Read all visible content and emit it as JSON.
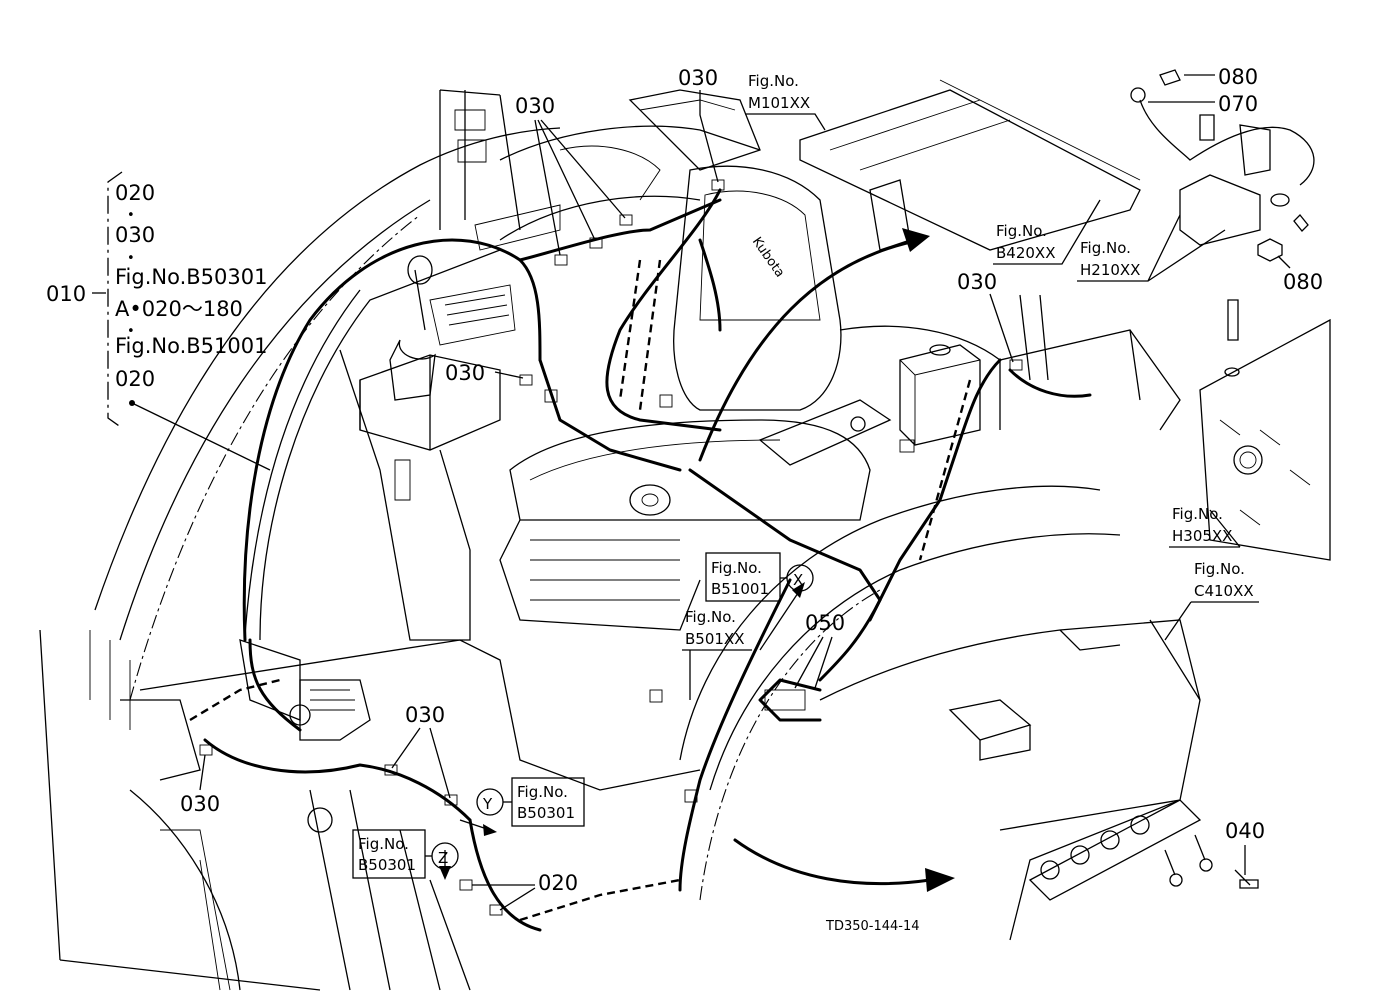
{
  "drawing_code": "TD350-144-14",
  "bracket_group": {
    "part": "010",
    "lines": [
      "020",
      "•",
      "030",
      "•",
      "Fig.No.B50301",
      "A•020～180",
      "•",
      "Fig.No.B51001",
      "020"
    ]
  },
  "part_labels": {
    "p030_top": "030",
    "p030_upper_left": "030",
    "p030_mid_left": "030",
    "p030_right": "030",
    "p030_bottom_mid": "030",
    "p030_bottom_left": "030",
    "p080_top": "080",
    "p070": "070",
    "p080_right": "080",
    "p050": "050",
    "p020_bottom": "020",
    "p040": "040"
  },
  "fig_refs": {
    "m101": {
      "title": "Fig.No.",
      "code": "M101XX"
    },
    "b420": {
      "title": "Fig.No.",
      "code": "B420XX"
    },
    "h210": {
      "title": "Fig.No.",
      "code": "H210XX"
    },
    "h305": {
      "title": "Fig.No.",
      "code": "H305XX"
    },
    "c410": {
      "title": "Fig.No.",
      "code": "C410XX"
    },
    "b51001": {
      "title": "Fig.No.",
      "code": "B51001",
      "view": "X"
    },
    "b501": {
      "title": "Fig.No.",
      "code": "B501XX"
    },
    "b50301_y": {
      "title": "Fig.No.",
      "code": "B50301",
      "view": "Y"
    },
    "b50301_z": {
      "title": "Fig.No.",
      "code": "B50301",
      "view": "Z"
    }
  },
  "seat_brand": "Kubota"
}
